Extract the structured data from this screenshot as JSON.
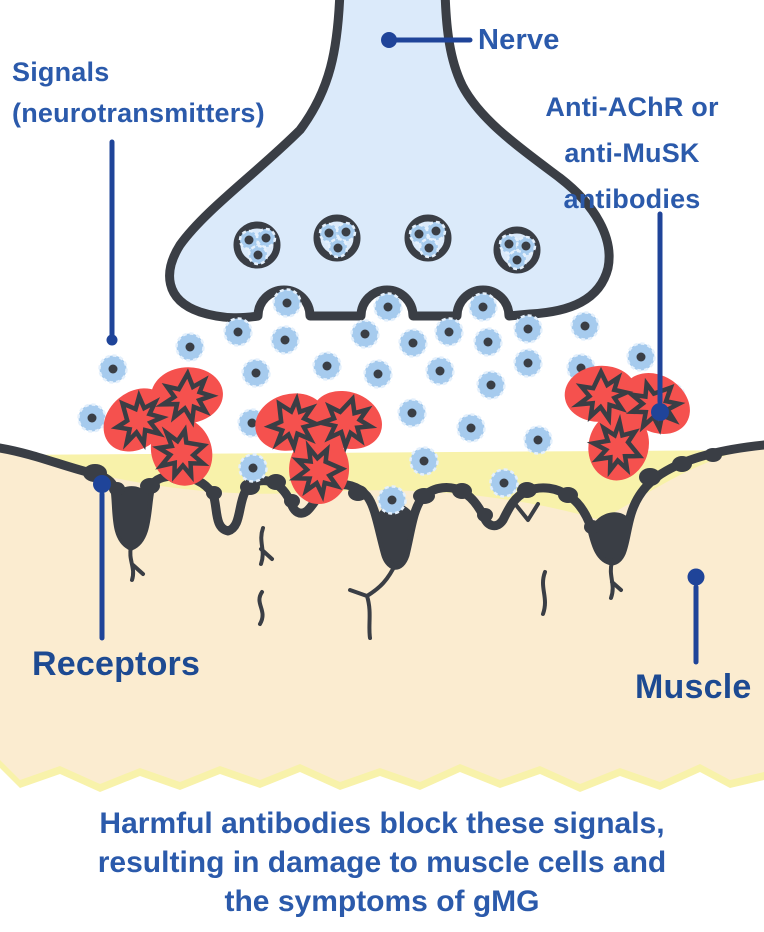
{
  "title": "Neuromuscular junction diagram — how harmful antibodies cause gMG symptoms",
  "labels": {
    "nerve": "Nerve",
    "signals_line1": "Signals",
    "signals_line2": "(neurotransmitters)",
    "antibodies_line1": "Anti-AChR or",
    "antibodies_line2": "anti-MuSK",
    "antibodies_line3": "antibodies",
    "receptors": "Receptors",
    "muscle": "Muscle"
  },
  "caption": {
    "line1": "Harmful antibodies block these signals,",
    "line2": "resulting in damage to muscle cells and",
    "line3": "the symptoms of gMG"
  },
  "diagram": {
    "vesicle_count": 4,
    "neurotransmitter_count": 32,
    "antibody_count": 3
  },
  "colors": {
    "label-blue": "#2b5aab",
    "label-dark-blue": "#1d4a92",
    "line-blue": "#1f4499",
    "ink": "#3a3e45",
    "nerve-fill": "#dbeafa",
    "nt-blue": "#a6cbee",
    "nt-ring": "#e4f0fc",
    "antibody-red": "#f5514e",
    "muscle-beige": "#fbecd0",
    "torn-yellow": "#f8f2aa"
  }
}
